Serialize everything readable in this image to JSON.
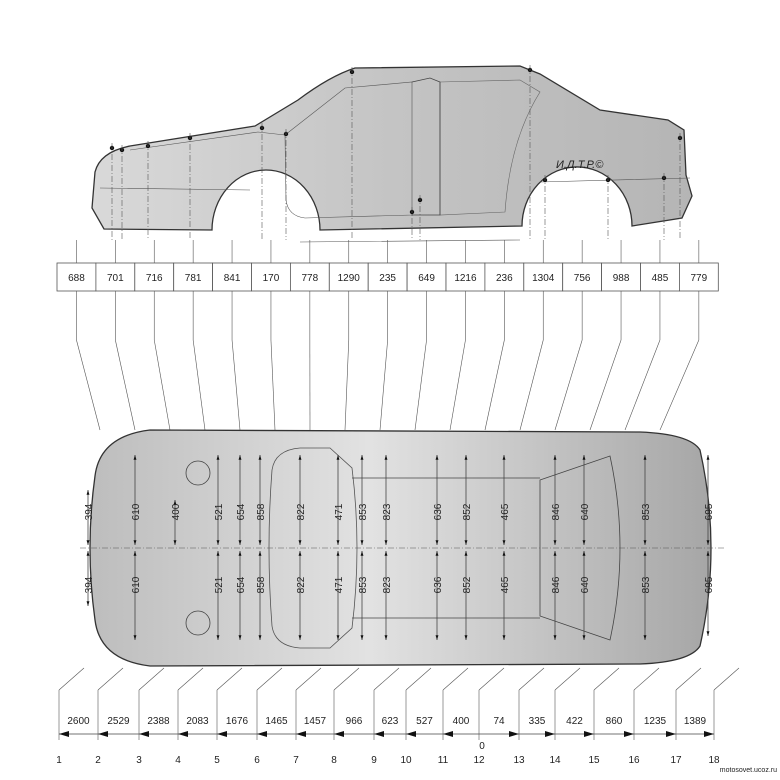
{
  "side_view": {
    "logo_text": "И.Д.Т.Р.©"
  },
  "height_dimensions": [
    "688",
    "701",
    "716",
    "781",
    "841",
    "170",
    "778",
    "1290",
    "235",
    "649",
    "1216",
    "236",
    "1304",
    "756",
    "988",
    "485",
    "779"
  ],
  "length_dimensions": [
    "2600",
    "2529",
    "2388",
    "2083",
    "1676",
    "1465",
    "1457",
    "966",
    "623",
    "527",
    "400",
    "74",
    "335",
    "422",
    "860",
    "1235",
    "1389"
  ],
  "stations": [
    "1",
    "2",
    "3",
    "4",
    "5",
    "6",
    "7",
    "8",
    "9",
    "10",
    "11",
    "12",
    "13",
    "14",
    "15",
    "16",
    "17",
    "18"
  ],
  "zero_label": "0",
  "width_dimensions": [
    {
      "label": "394"
    },
    {
      "label": "610"
    },
    {
      "label": "400"
    },
    {
      "label": "521"
    },
    {
      "label": "654"
    },
    {
      "label": "858"
    },
    {
      "label": "822"
    },
    {
      "label": "471"
    },
    {
      "label": "853"
    },
    {
      "label": "823"
    },
    {
      "label": "636"
    },
    {
      "label": "852"
    },
    {
      "label": "465"
    },
    {
      "label": "846"
    },
    {
      "label": "640"
    },
    {
      "label": "853"
    },
    {
      "label": "695"
    }
  ],
  "watermark": "motosovet.ucoz.ru",
  "colors": {
    "body_light": "#e6e6e6",
    "body_dark": "#a9a9a9",
    "line": "#333333"
  }
}
